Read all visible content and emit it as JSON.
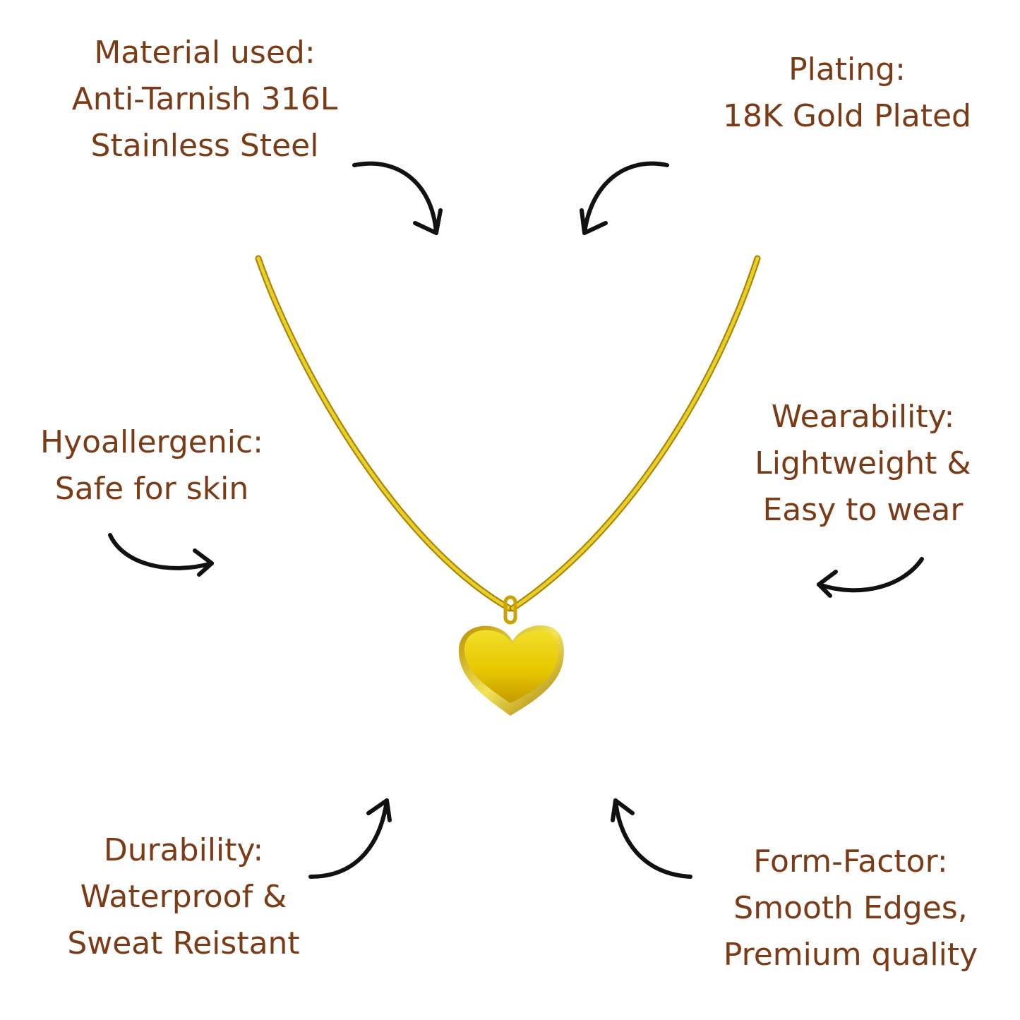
{
  "colors": {
    "text": "#7a3b16",
    "arrow": "#111111",
    "gold": "#e3c400",
    "background": "#ffffff"
  },
  "features": {
    "material": {
      "title": "Material used:",
      "line1": "Anti-Tarnish 316L",
      "line2": "Stainless Steel"
    },
    "plating": {
      "title": "Plating:",
      "line1": "18K Gold Plated"
    },
    "hypoallergenic": {
      "title": "Hyoallergenic:",
      "line1": "Safe for skin"
    },
    "wearability": {
      "title": "Wearability:",
      "line1": "Lightweight &",
      "line2": "Easy to wear"
    },
    "durability": {
      "title": "Durability:",
      "line1": "Waterproof &",
      "line2": "Sweat Reistant"
    },
    "form_factor": {
      "title": "Form-Factor:",
      "line1": "Smooth Edges,",
      "line2": "Premium quality"
    }
  },
  "icons": [
    "curved-arrow-icon",
    "heart-pendant-necklace-image"
  ]
}
